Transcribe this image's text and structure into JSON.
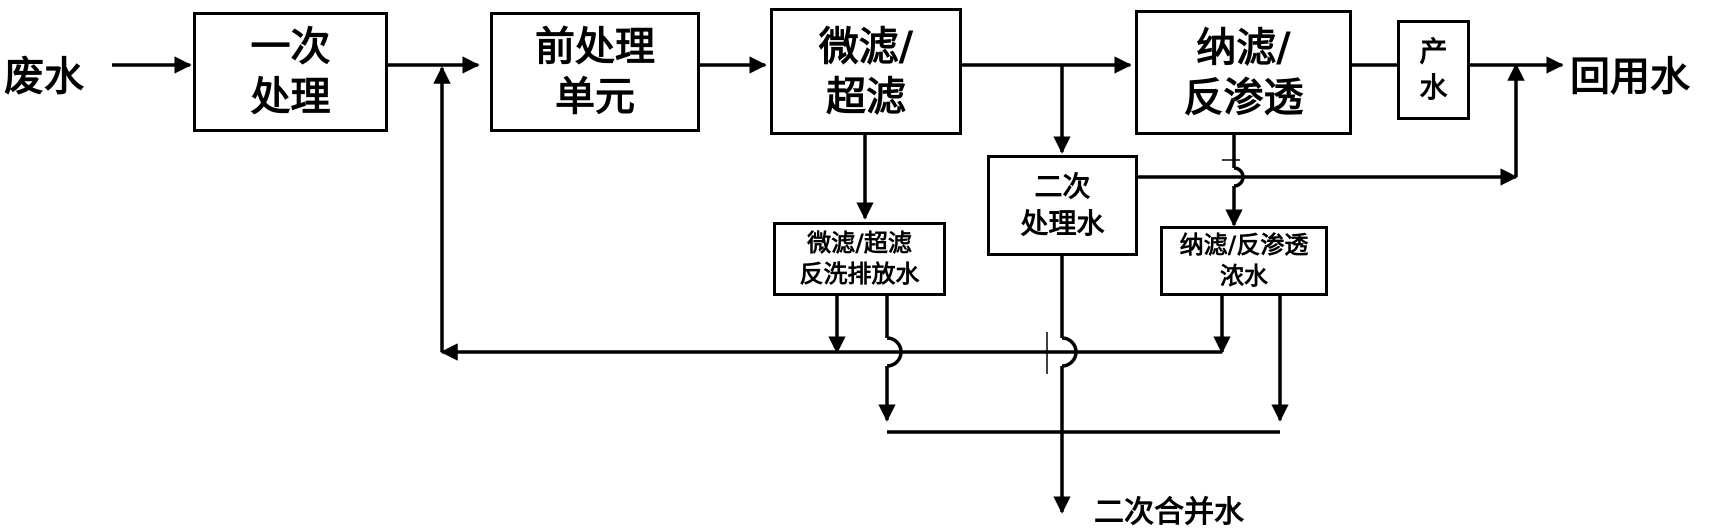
{
  "labels": {
    "input": "废水",
    "output": "回用水",
    "combined": "二次合并水"
  },
  "boxes": {
    "primary": "一次\n处理",
    "pretreat": "前处理\n单元",
    "mf_uf": "微滤/\n超滤",
    "nf_ro": "纳滤/\n反渗透",
    "product": "产\n水",
    "secondary": "二次\n处理水",
    "backwash": "微滤/超滤\n反洗排放水",
    "concentrate": "纳滤/反渗透\n浓水"
  }
}
